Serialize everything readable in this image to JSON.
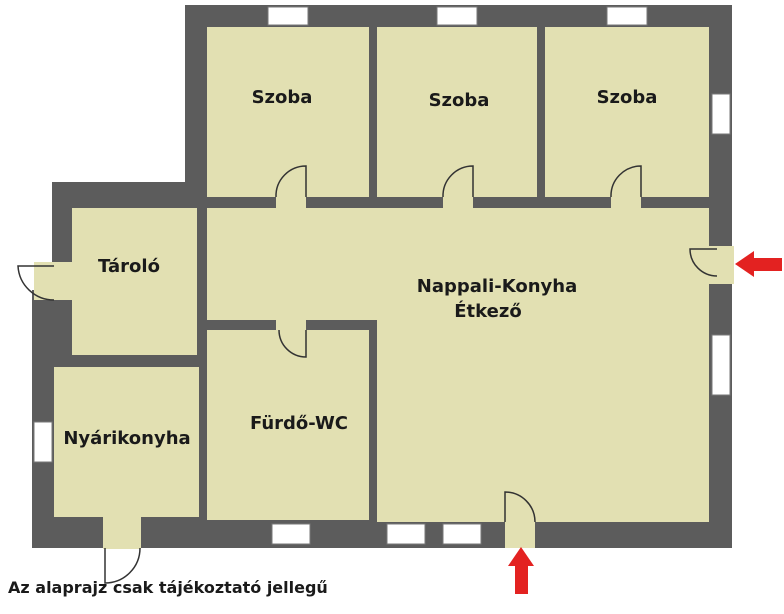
{
  "rooms": {
    "szoba_1": "Szoba",
    "szoba_2": "Szoba",
    "szoba_3": "Szoba",
    "nappali_line1": "Nappali-Konyha",
    "nappali_line2": "Étkező",
    "tarolo": "Tároló",
    "furdo": "Fürdő-WC",
    "nyarikonyha": "Nyárikonyha"
  },
  "note": "Az alaprajz csak tájékoztató jellegű",
  "colors": {
    "wall": "#5c5c5c",
    "floor": "#e2e0b2",
    "window_glass": "#ffffff",
    "arrow": "#e32221"
  }
}
